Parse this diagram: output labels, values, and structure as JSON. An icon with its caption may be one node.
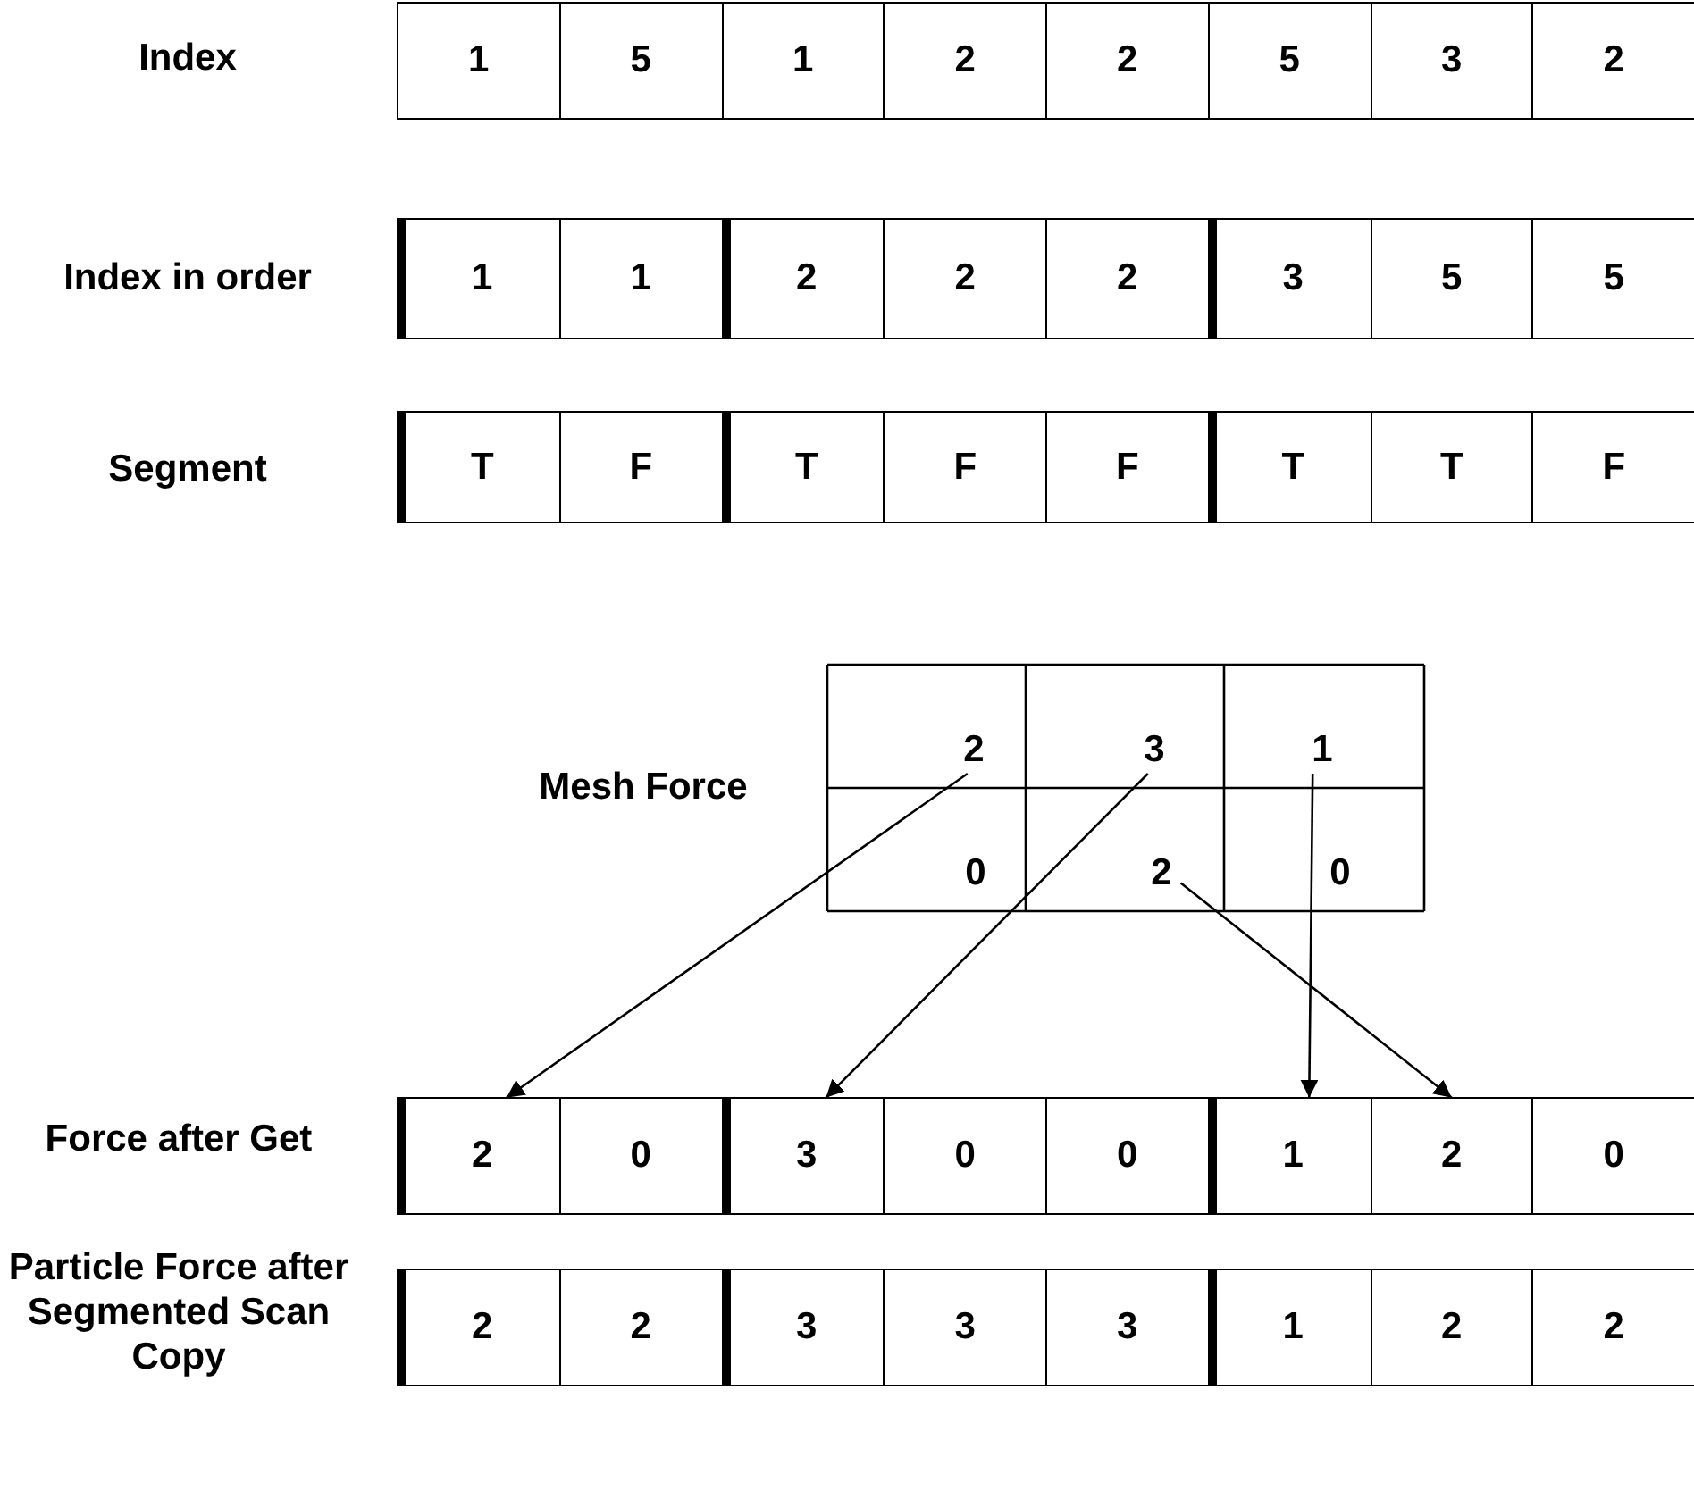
{
  "diagram": {
    "nodes": [
      {
        "text": [
          "1"
        ]
      },
      {
        "text": [
          "5"
        ]
      },
      {
        "text": [
          "1"
        ]
      },
      {
        "text": [
          "2"
        ]
      },
      {
        "text": [
          "2"
        ]
      },
      {
        "text": [
          "5"
        ]
      },
      {
        "text": [
          "3"
        ]
      },
      {
        "text": [
          "2"
        ]
      },
      {
        "text": [
          "1"
        ]
      },
      {
        "text": [
          "1"
        ]
      },
      {
        "text": [
          "2"
        ]
      },
      {
        "text": [
          "2"
        ]
      },
      {
        "text": [
          "2"
        ]
      },
      {
        "text": [
          "3"
        ]
      },
      {
        "text": [
          "5"
        ]
      },
      {
        "text": [
          "5"
        ]
      },
      {
        "text": [
          "T"
        ]
      },
      {
        "text": [
          "F"
        ]
      },
      {
        "text": [
          "T"
        ]
      },
      {
        "text": [
          "F"
        ]
      },
      {
        "text": [
          "F"
        ]
      },
      {
        "text": [
          "T"
        ]
      },
      {
        "text": [
          "T"
        ]
      },
      {
        "text": [
          "F"
        ]
      },
      {
        "text": [
          "2"
        ]
      },
      {
        "text": [
          "3"
        ]
      },
      {
        "text": [
          "1"
        ]
      },
      {
        "text": [
          "0"
        ]
      },
      {
        "text": [
          "2"
        ]
      },
      {
        "text": [
          "0"
        ]
      },
      {
        "text": [
          "2"
        ]
      },
      {
        "text": [
          "0"
        ]
      },
      {
        "text": [
          "3"
        ]
      },
      {
        "text": [
          "0"
        ]
      },
      {
        "text": [
          "0"
        ]
      },
      {
        "text": [
          "1"
        ]
      },
      {
        "text": [
          "2"
        ]
      },
      {
        "text": [
          "0"
        ]
      },
      {
        "text": [
          "2"
        ]
      },
      {
        "text": [
          "2"
        ]
      },
      {
        "text": [
          "3"
        ]
      },
      {
        "text": [
          "3"
        ]
      },
      {
        "text": [
          "3"
        ]
      },
      {
        "text": [
          "1"
        ]
      },
      {
        "text": [
          "2"
        ]
      },
      {
        "text": [
          "2"
        ]
      }
    ],
    "edges": [
      {
        "from": 24,
        "to": 30,
        "arrow": "to"
      },
      {
        "from": 25,
        "to": 32,
        "arrow": "to"
      },
      {
        "from": 26,
        "to": 35,
        "arrow": "to"
      },
      {
        "from": 28,
        "to": 36,
        "arrow": "to"
      }
    ],
    "labels": [
      "Index",
      "Index in order",
      "Segment",
      "Mesh Force",
      "Force after Get",
      "Particle Force after Segmented Scan Copy"
    ]
  }
}
